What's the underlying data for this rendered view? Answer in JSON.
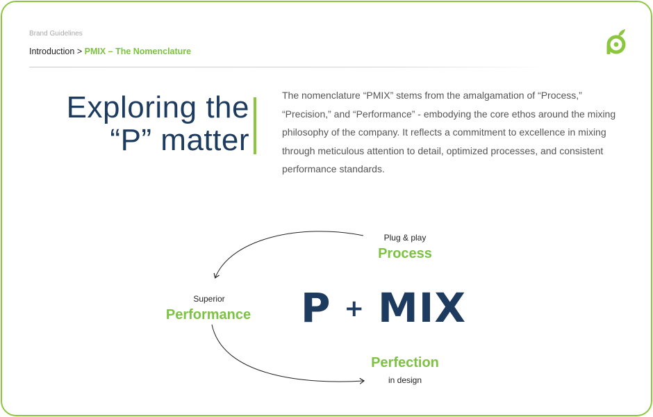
{
  "breadcrumb": {
    "section": "Brand Guidelines",
    "parent": "Introduction",
    "separator": ">",
    "current": "PMIX – The Nomenclature"
  },
  "logo_icon": "pmix-leaf-logo",
  "headline": {
    "line1": "Exploring the",
    "line2": "“P” matter"
  },
  "description": "The nomenclature “PMIX” stems from the amalgamation of “Process,” “Precision,” and “Performance” - embodying the core ethos around the mixing philosophy of the company. It reflects a commitment to excellence in mixing through meticulous attention to detail, optimized processes, and consistent performance standards.",
  "diagram": {
    "process": {
      "prefix": "Plug & play",
      "word": "Process"
    },
    "performance": {
      "prefix": "Superior",
      "word": "Performance"
    },
    "perfection": {
      "word": "Perfection",
      "suffix": "in design"
    },
    "formula": {
      "p": "P",
      "plus": "+",
      "mix": "MIX"
    }
  },
  "colors": {
    "accent_green": "#8cc63f",
    "navy": "#1d3a5f"
  }
}
